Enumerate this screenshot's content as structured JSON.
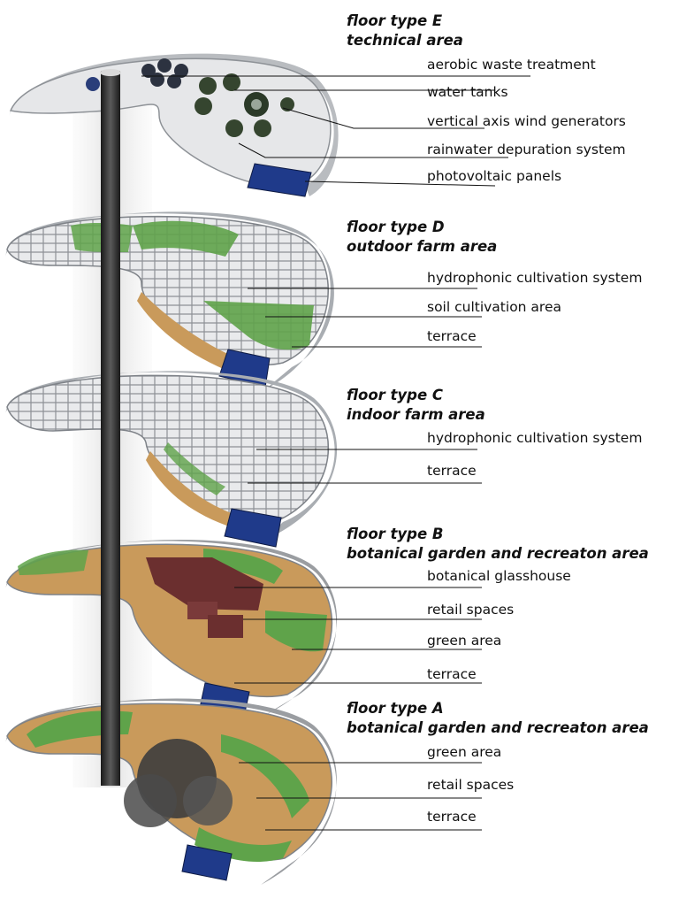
{
  "floors": [
    {
      "type": "floor type E",
      "name": "technical area",
      "items": [
        "aerobic waste treatment",
        "water tanks",
        "vertical axis wind generators",
        "rainwater depuration system",
        "photovoltaic panels"
      ]
    },
    {
      "type": "floor type D",
      "name": "outdoor farm area",
      "items": [
        "hydrophonic cultivation system",
        "soil cultivation area",
        "terrace"
      ]
    },
    {
      "type": "floor type C",
      "name": "indoor farm area",
      "items": [
        "hydrophonic cultivation system",
        "terrace"
      ]
    },
    {
      "type": "floor type B",
      "name": "botanical garden and recreaton area",
      "items": [
        "botanical glasshouse",
        "retail spaces",
        "green area",
        "terrace"
      ]
    },
    {
      "type": "floor type A",
      "name": "botanical garden and recreaton area",
      "items": [
        "green area",
        "retail spaces",
        "terrace"
      ]
    }
  ],
  "colors": {
    "soil": "#c99a5b",
    "grass": "#5fa34a",
    "steel": "#c9cdd2",
    "panel": "#1f3a8a",
    "shaft": "#2e2e2e",
    "tank": "#3c6b3a",
    "roof": "#6b2f2f"
  }
}
